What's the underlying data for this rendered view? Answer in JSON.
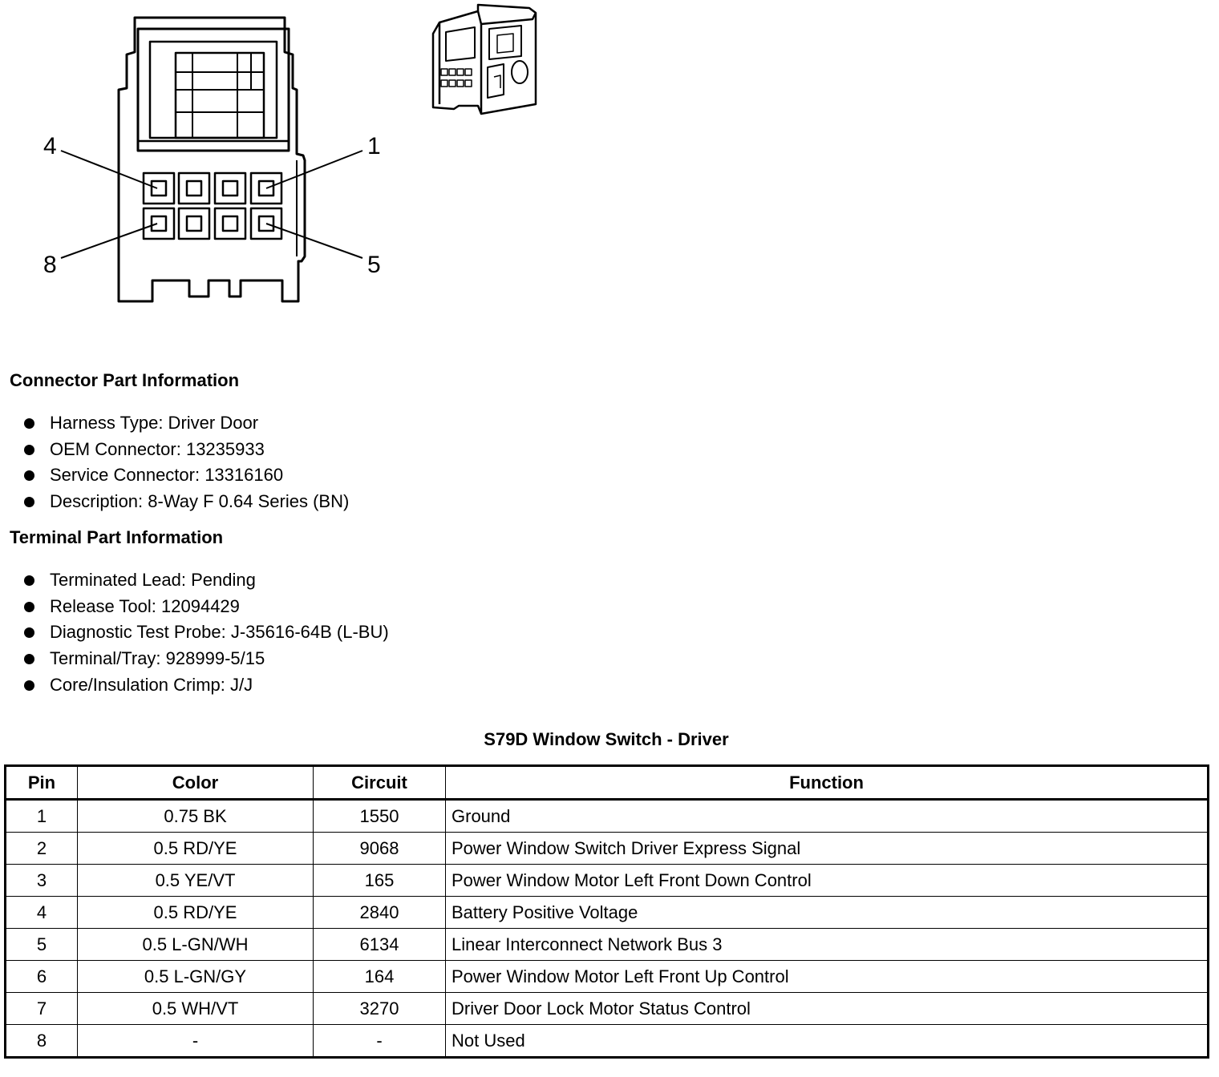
{
  "diagram": {
    "pin_labels": {
      "top_left": "4",
      "top_right": "1",
      "bottom_left": "8",
      "bottom_right": "5"
    }
  },
  "connector_section": {
    "heading": "Connector Part Information",
    "items": [
      "Harness Type: Driver Door",
      "OEM Connector: 13235933",
      "Service Connector: 13316160",
      "Description: 8-Way F 0.64 Series (BN)"
    ]
  },
  "terminal_section": {
    "heading": "Terminal Part Information",
    "items": [
      "Terminated Lead: Pending",
      "Release Tool: 12094429",
      "Diagnostic Test Probe: J-35616-64B (L-BU)",
      "Terminal/Tray: 928999-5/15",
      "Core/Insulation Crimp: J/J"
    ]
  },
  "table": {
    "title": "S79D Window Switch - Driver",
    "headers": [
      "Pin",
      "Color",
      "Circuit",
      "Function"
    ],
    "rows": [
      [
        "1",
        "0.75 BK",
        "1550",
        "Ground"
      ],
      [
        "2",
        "0.5 RD/YE",
        "9068",
        "Power Window Switch Driver Express Signal"
      ],
      [
        "3",
        "0.5 YE/VT",
        "165",
        "Power Window Motor Left Front Down Control"
      ],
      [
        "4",
        "0.5 RD/YE",
        "2840",
        "Battery Positive Voltage"
      ],
      [
        "5",
        "0.5 L-GN/WH",
        "6134",
        "Linear Interconnect Network Bus 3"
      ],
      [
        "6",
        "0.5 L-GN/GY",
        "164",
        "Power Window Motor Left Front Up Control"
      ],
      [
        "7",
        "0.5 WH/VT",
        "3270",
        "Driver Door Lock Motor Status Control"
      ],
      [
        "8",
        "-",
        "-",
        "Not Used"
      ]
    ]
  }
}
